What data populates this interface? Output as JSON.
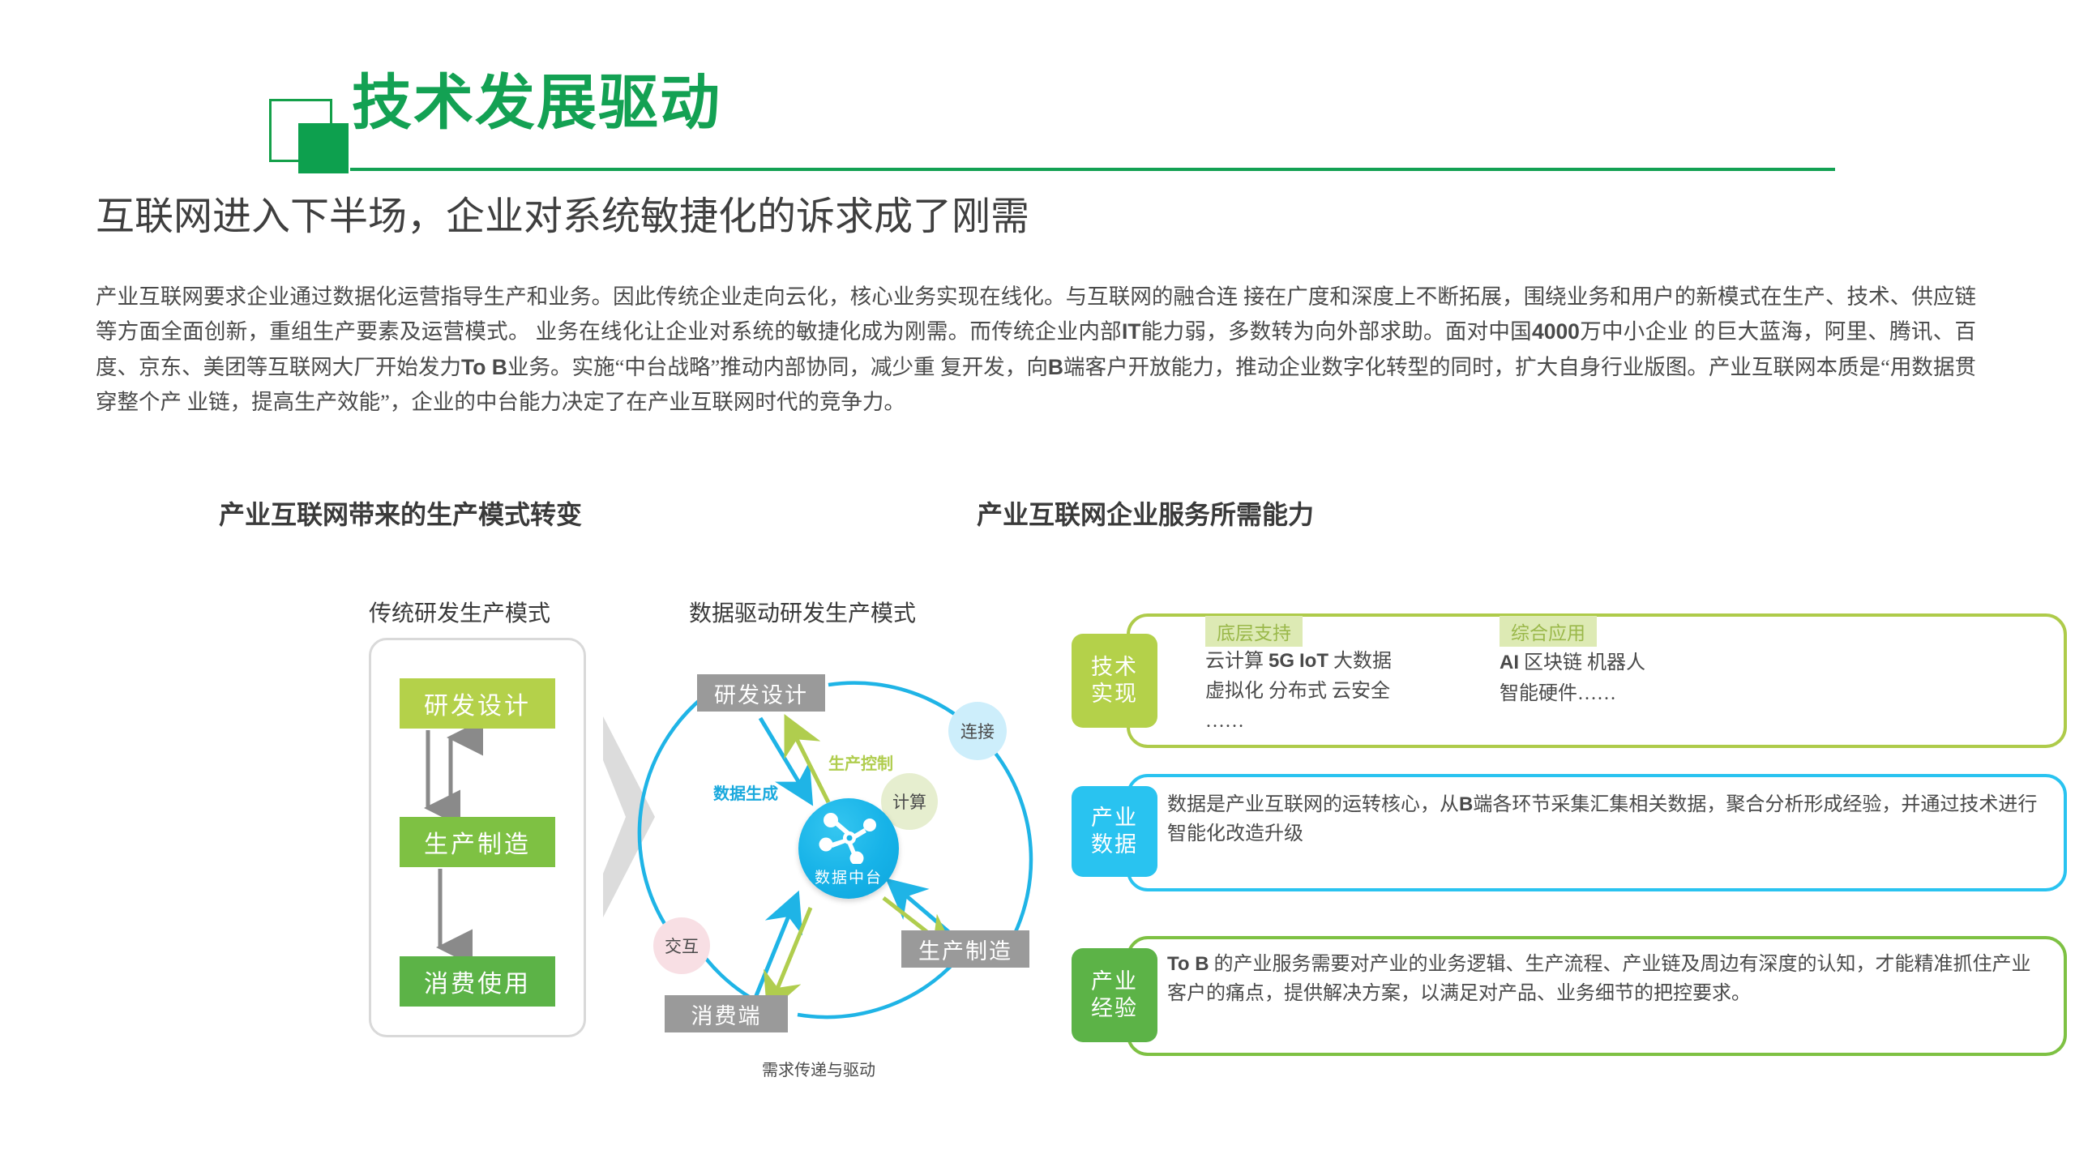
{
  "header": {
    "title": "技术发展驱动",
    "accent_color": "#13a153"
  },
  "subtitle": "互联网进入下半场，企业对系统敏捷化的诉求成了刚需",
  "paragraph": "产业互联网要求企业通过数据化运营指导生产和业务。因此传统企业走向云化，核心业务实现在线化。与互联网的融合连 接在广度和深度上不断拓展，围绕业务和用户的新模式在生产、技术、供应链等方面全面创新，重组生产要素及运营模式。 业务在线化让企业对系统的敏捷化成为刚需。而传统企业内部IT能力弱，多数转为向外部求助。面对中国4000万中小企业 的巨大蓝海，阿里、腾讯、百度、京东、美团等互联网大厂开始发力To B业务。实施“中台战略”推动内部协同，减少重 复开发，向B端客户开放能力，推动企业数字化转型的同时，扩大自身行业版图。产业互联网本质是“用数据贯穿整个产 业链，提高生产效能”，企业的中台能力决定了在产业互联网时代的竞争力。",
  "left_section": {
    "heading": "产业互联网带来的生产模式转变",
    "traditional": {
      "column_title": "传统研发生产模式",
      "steps": [
        {
          "label": "研发设计",
          "color": "#b4d14a"
        },
        {
          "label": "生产制造",
          "color": "#7ec143"
        },
        {
          "label": "消费使用",
          "color": "#5cb347"
        }
      ]
    },
    "data_driven": {
      "column_title": "数据驱动研发生产模式",
      "hub_label": "数据中台",
      "nodes": [
        {
          "label": "研发设计"
        },
        {
          "label": "生产制造"
        },
        {
          "label": "消费端"
        }
      ],
      "bubbles": [
        {
          "label": "连接",
          "color": "#cdeefb"
        },
        {
          "label": "计算",
          "color": "#e6eecf"
        },
        {
          "label": "交互",
          "color": "#f8dfe4"
        }
      ],
      "edge_labels": [
        {
          "label": "生产控制",
          "color": "#b0cd4e"
        },
        {
          "label": "数据生成",
          "color": "#1aa9dd"
        }
      ],
      "caption": "需求传递与驱动"
    }
  },
  "right_section": {
    "heading": "产业互联网企业服务所需能力",
    "cards": [
      {
        "tag": "技术实现",
        "tag_color": "#b4d14a",
        "border_color": "#aecb4a",
        "columns": [
          {
            "head": "底层支持",
            "lines": [
              "云计算 5G IoT 大数据",
              "虚拟化 分布式 云安全",
              "……"
            ]
          },
          {
            "head": "综合应用",
            "lines": [
              "AI 区块链 机器人",
              "智能硬件……"
            ]
          }
        ]
      },
      {
        "tag": "产业数据",
        "tag_color": "#29c3f0",
        "border_color": "#29c3f0",
        "text": "数据是产业互联网的运转核心，从B端各环节采集汇集相关数据，聚合分析形成经验，并通过技术进行智能化改造升级"
      },
      {
        "tag": "产业经验",
        "tag_color": "#5cb347",
        "border_color": "#7ec143",
        "text": "To B 的产业服务需要对产业的业务逻辑、生产流程、产业链及周边有深度的认知，才能精准抓住产业客户的痛点，提供解决方案，以满足对产品、业务细节的把控要求。"
      }
    ]
  }
}
